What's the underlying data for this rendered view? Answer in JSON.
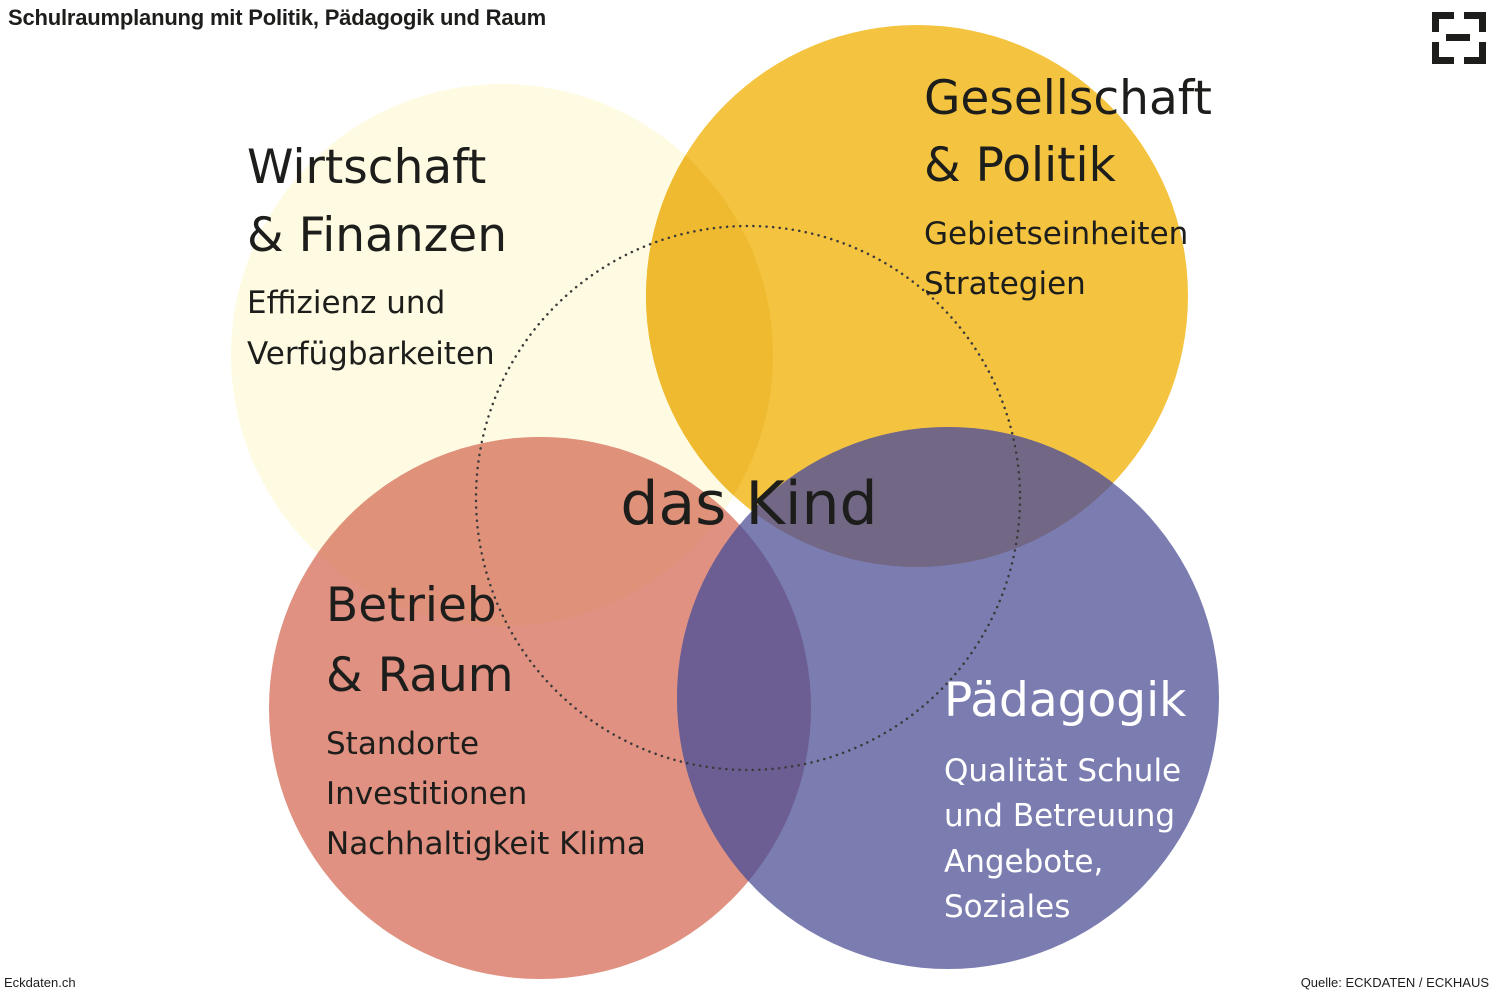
{
  "title": "Schulraumplanung mit Politik, Pädagogik und Raum",
  "center_label": "das Kind",
  "circles": [
    {
      "id": "wirtschaft",
      "heading": [
        "Wirtschaft",
        "& Finanzen"
      ],
      "items": [
        "Effizienz und",
        "Verfügbarkeiten"
      ],
      "color": "#fefbe2",
      "text_color": "#1d1d1b"
    },
    {
      "id": "gesellschaft",
      "heading": [
        "Gesellschaft",
        "& Politik"
      ],
      "items": [
        "Gebietseinheiten",
        "Strategien"
      ],
      "color": "#f4c440",
      "text_color": "#1d1d1b"
    },
    {
      "id": "betrieb",
      "heading": [
        "Betrieb",
        "& Raum"
      ],
      "items": [
        "Standorte",
        "Investitionen",
        "Nachhaltigkeit Klima"
      ],
      "color": "#e09181",
      "text_color": "#1d1d1b"
    },
    {
      "id": "paedagogik",
      "heading": [
        "Pädagogik"
      ],
      "items": [
        "Qualität Schule",
        "und Betreuung",
        "Angebote,",
        "Soziales"
      ],
      "color": "#7476ad",
      "text_color": "#ffffff"
    }
  ],
  "icons": {
    "logo": "eckdaten-corner-logo"
  },
  "footer": {
    "left": "Eckdaten.ch",
    "right": "Quelle: ECKDATEN / ECKHAUS"
  }
}
